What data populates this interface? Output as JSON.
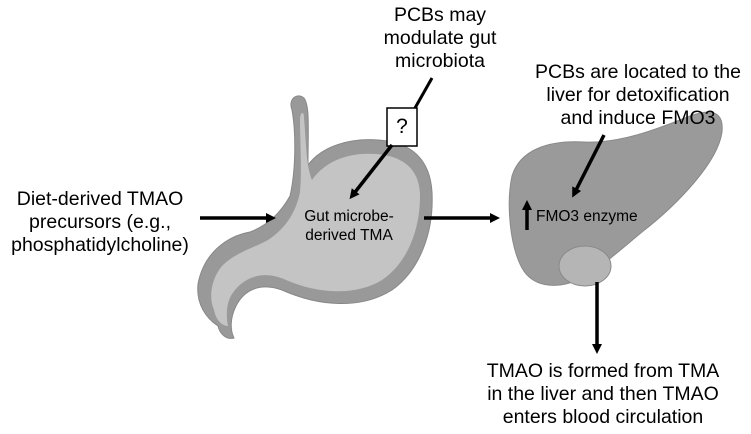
{
  "diagram": {
    "labels": {
      "diet_precursors": "Diet-derived TMAO\nprecursors (e.g.,\nphosphatidylcholine)",
      "pcb_gut": "PCBs may\nmodulate gut\nmicrobiota",
      "pcb_liver": "PCBs are located to the\nliver for detoxification\nand induce FMO3",
      "tmao_formation": "TMAO is formed from TMA\nin the liver and then TMAO\nenters blood circulation",
      "gut_tma": "Gut microbe-\nderived TMA",
      "fmo3_enzyme": "FMO3 enzyme",
      "question": "?"
    },
    "colors": {
      "organ_outer": "#999999",
      "organ_inner": "#c4c4c4",
      "liver_fill": "#9a9a9a",
      "gallbladder": "#b5b5b5",
      "arrow": "#000000",
      "background": "#ffffff"
    }
  }
}
